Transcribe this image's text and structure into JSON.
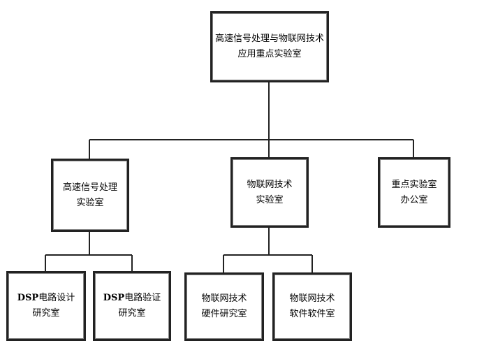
{
  "org_chart": {
    "root": {
      "line1": "高速信号处理与物联网技术",
      "line2": "应用重点实验室"
    },
    "level2": [
      {
        "line1": "高速信号处理",
        "line2": "实验室"
      },
      {
        "line1": "物联网技术",
        "line2": "实验室"
      },
      {
        "line1": "重点实验室",
        "line2": "办公室"
      }
    ],
    "level3": [
      {
        "prefix": "DSP",
        "line1": "电路设计",
        "line2": "研究室"
      },
      {
        "prefix": "DSP",
        "line1": "电路验证",
        "line2": "研究室"
      },
      {
        "prefix": "",
        "line1": "物联网技术",
        "line2": "硬件研究室"
      },
      {
        "prefix": "",
        "line1": "物联网技术",
        "line2": "软件软件室"
      }
    ]
  },
  "colors": {
    "line": "#222222",
    "box_border": "#222222",
    "background": "#ffffff"
  }
}
